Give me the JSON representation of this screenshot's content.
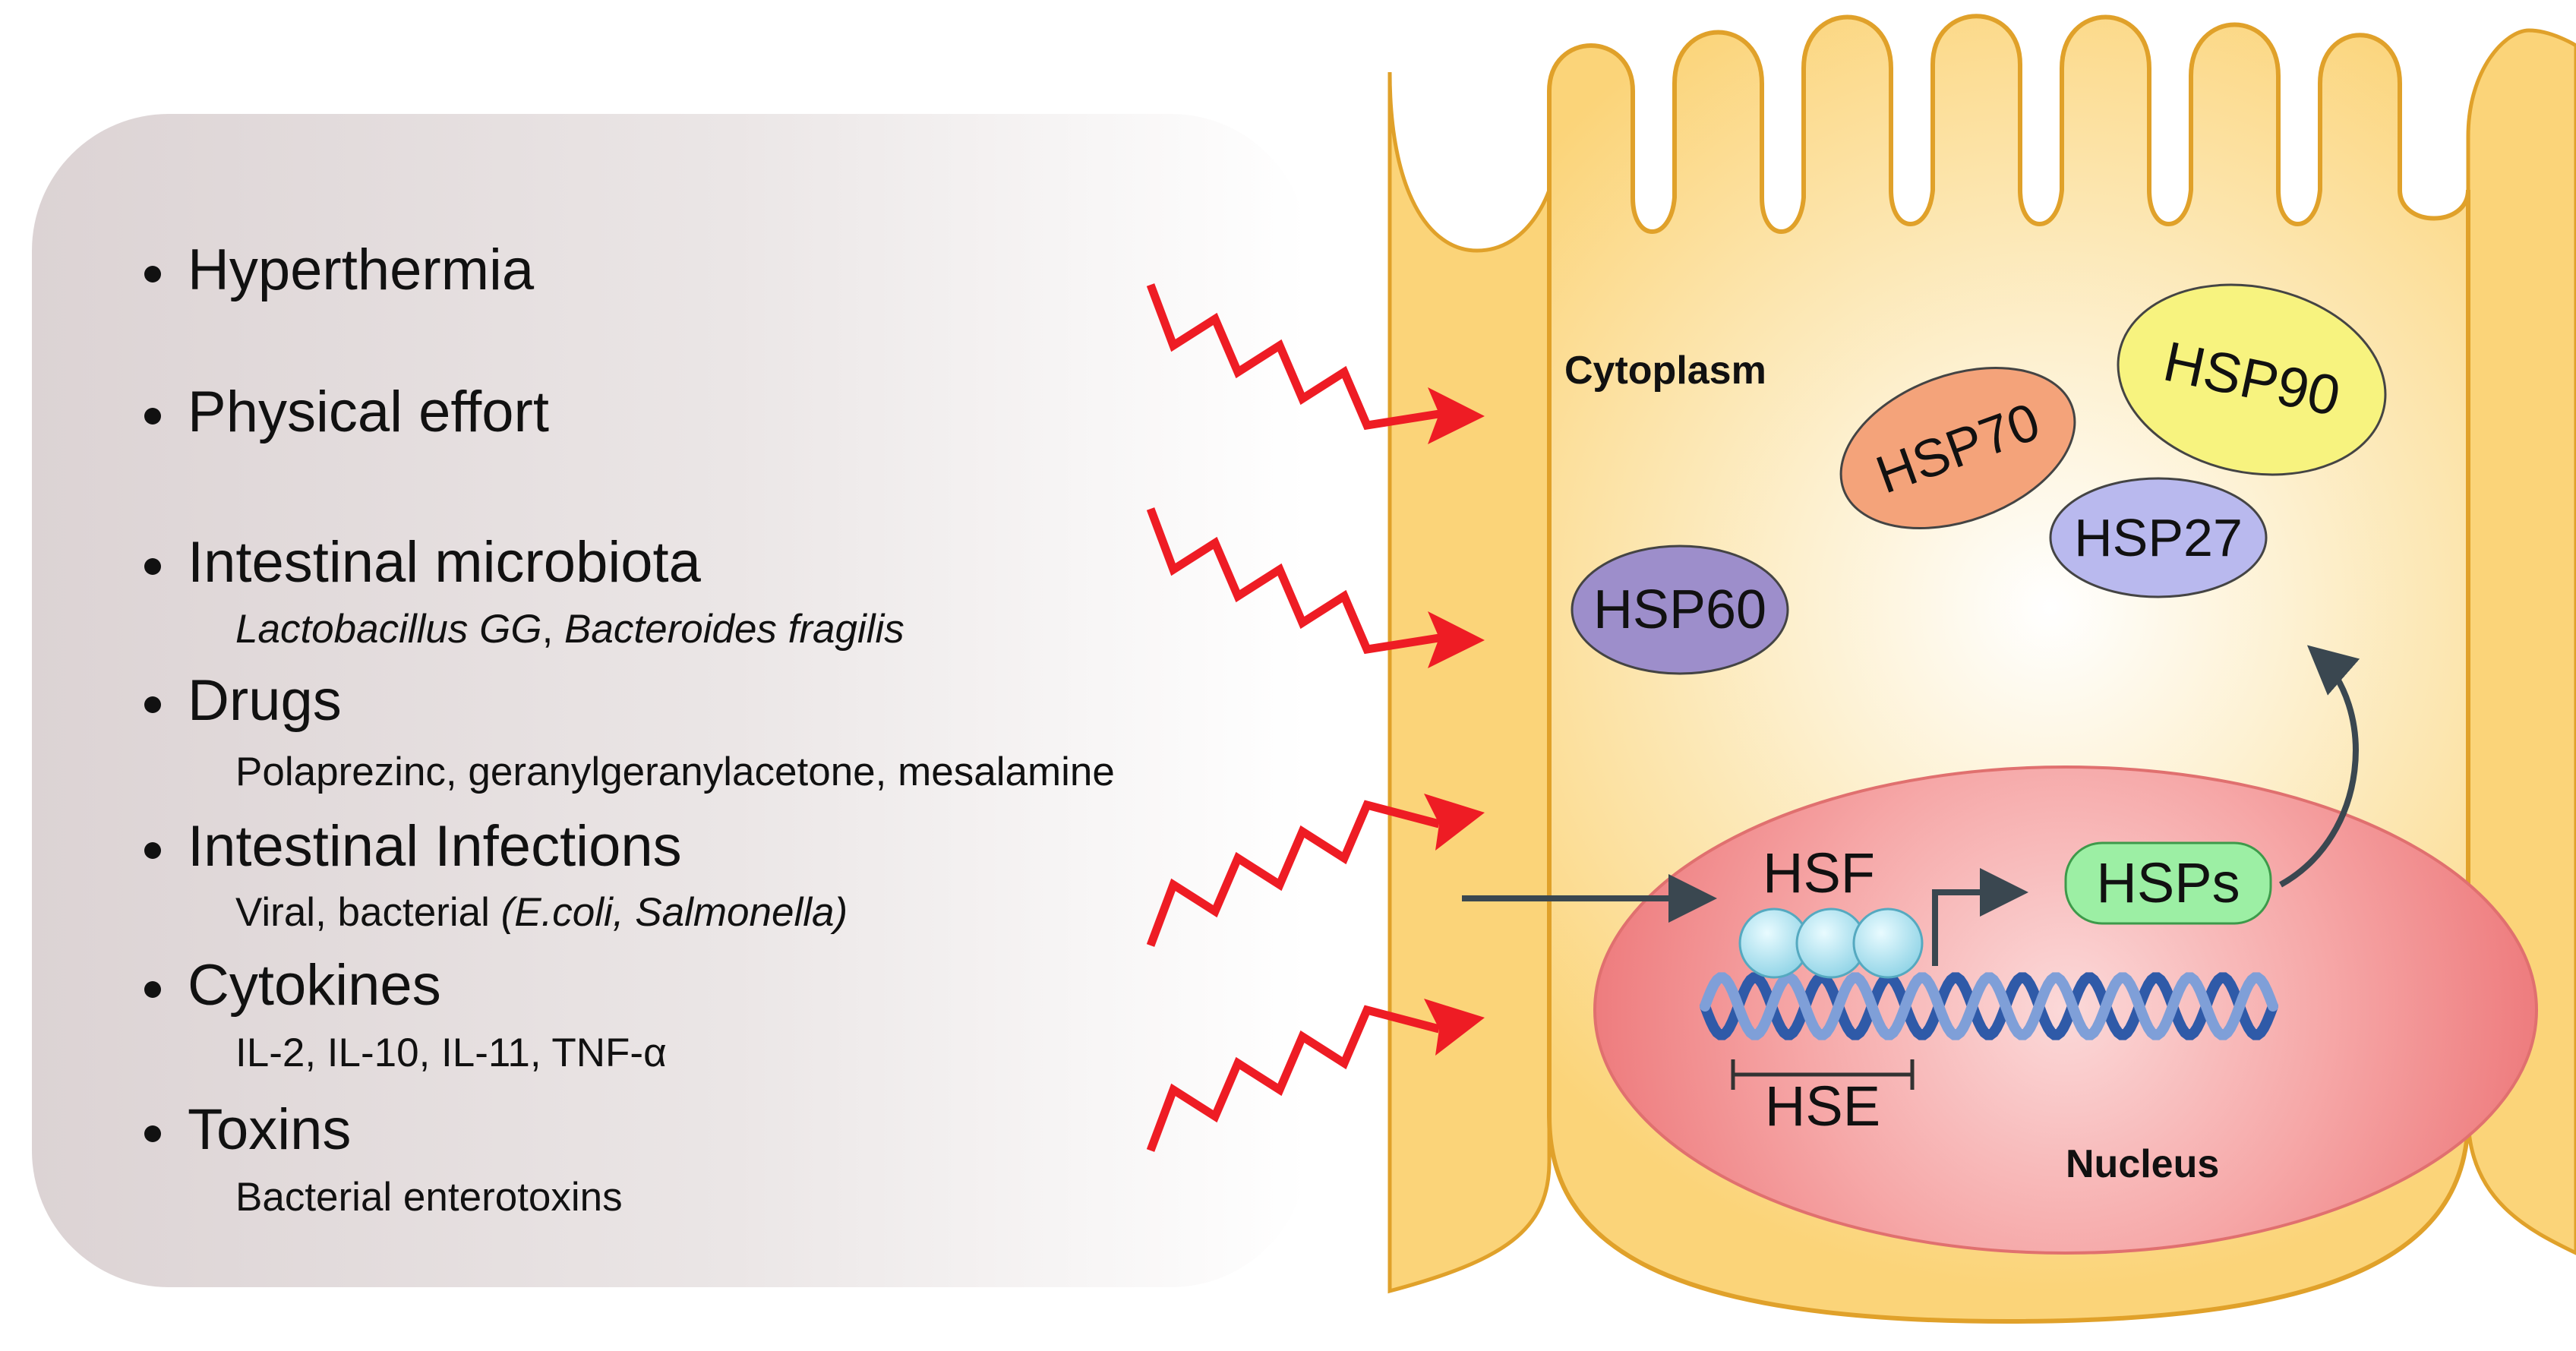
{
  "stimuli": [
    {
      "title": "Hyperthermia"
    },
    {
      "title": "Physical effort"
    },
    {
      "title": "Intestinal microbiota",
      "sub_parts": [
        {
          "text": "Lactobacillus GG",
          "italic": true
        },
        {
          "text": ", ",
          "italic": false
        },
        {
          "text": "Bacteroides fragilis",
          "italic": true
        }
      ]
    },
    {
      "title": "Drugs",
      "sub_parts": [
        {
          "text": "Polaprezinc, geranylgeranylacetone, mesalamine",
          "italic": false
        }
      ]
    },
    {
      "title": "Intestinal Infections",
      "sub_parts": [
        {
          "text": "Viral, bacterial ",
          "italic": false
        },
        {
          "text": "(E.coli, Salmonella)",
          "italic": true
        }
      ]
    },
    {
      "title": "Cytokines",
      "sub_parts": [
        {
          "text": "IL-2, IL-10, IL-11, TNF-α",
          "italic": false
        }
      ]
    },
    {
      "title": "Toxins",
      "sub_parts": [
        {
          "text": "Bacterial enterotoxins",
          "italic": false
        }
      ]
    }
  ],
  "cell": {
    "cytoplasm_label": "Cytoplasm",
    "nucleus_label": "Nucleus",
    "hsf_label": "HSF",
    "hse_label": "HSE",
    "hsps_label": "HSPs",
    "proteins": [
      {
        "label": "HSP90",
        "color": "#f7f37f"
      },
      {
        "label": "HSP70",
        "color": "#f4a37a"
      },
      {
        "label": "HSP27",
        "color": "#b9b9ee"
      },
      {
        "label": "HSP60",
        "color": "#9d8ecb"
      }
    ]
  },
  "colors": {
    "stress_arrow": "#ee1c24",
    "cell_fill": "#fbd479",
    "cell_outline": "#e0a12a",
    "nucleus_fill": "#f2888a",
    "dna": "#4b6fb8",
    "hsf_bead": "#a9e3f1",
    "hsps_box": "#9cefa4",
    "signal_arrow": "#3a4750"
  }
}
